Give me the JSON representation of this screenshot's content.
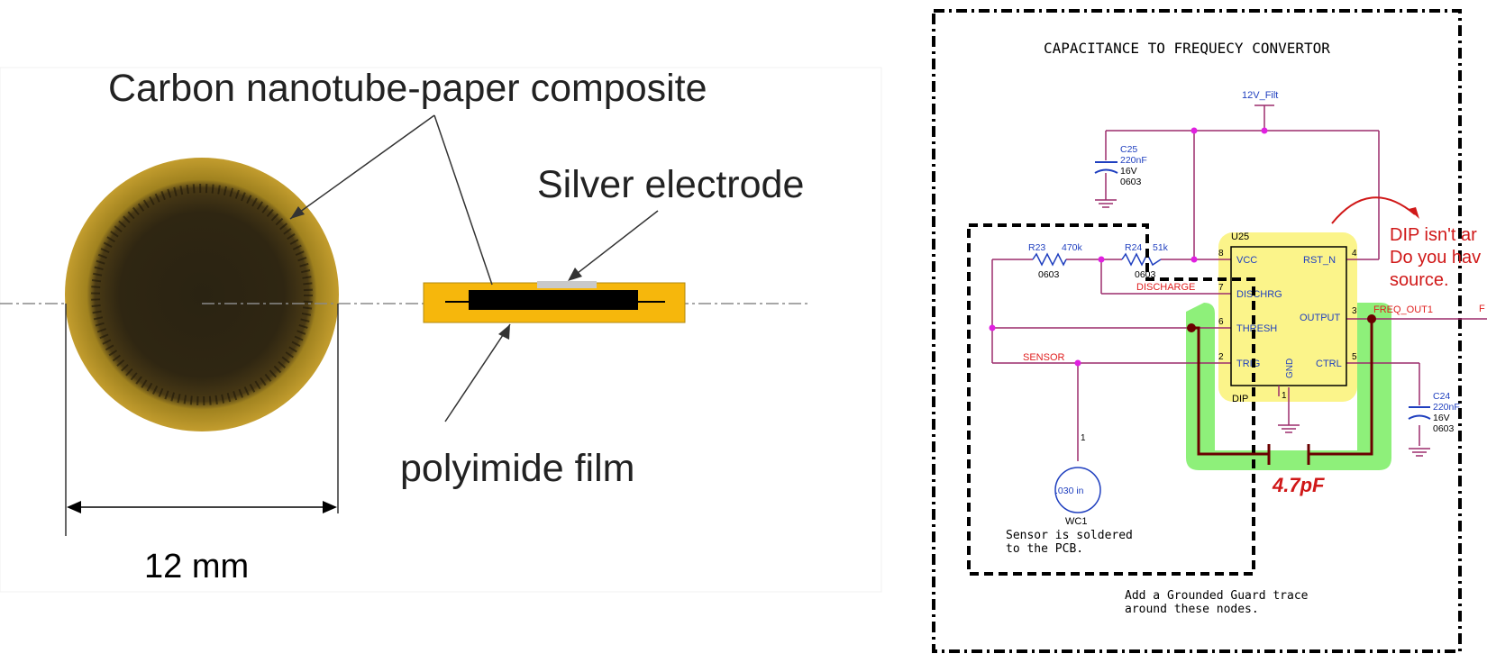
{
  "left_figure": {
    "label_composite": "Carbon nanotube-paper composite",
    "label_electrode": "Silver electrode",
    "label_film": "polyimide film",
    "dimension": "12 mm",
    "colors": {
      "composite_edge": "#b5922a",
      "composite_core": "#2a2312",
      "film": "#f6b70c",
      "electrode": "#c9c9c9"
    }
  },
  "schematic": {
    "title": "CAPACITANCE TO FREQUECY CONVERTOR",
    "supply_label": "12V_Filt",
    "c25": {
      "ref": "C25",
      "value": "220nF",
      "voltage": "16V",
      "package": "0603"
    },
    "c24": {
      "ref": "C24",
      "value": "220nF",
      "voltage": "16V",
      "package": "0603"
    },
    "r23": {
      "ref": "R23",
      "value": "470k",
      "package": "0603"
    },
    "r24": {
      "ref": "R24",
      "value": "51k",
      "package": "0603"
    },
    "ic": {
      "ref": "U25",
      "package": "DIP",
      "pins": {
        "vcc": "VCC",
        "rst": "RST_N",
        "dischrg": "DISCHRG",
        "thresh": "THRESH",
        "trig": "TRIG",
        "output": "OUTPUT",
        "ctrl": "CTRL",
        "gnd": "GND"
      },
      "pin_numbers": {
        "vcc": "8",
        "rst": "4",
        "dischrg": "7",
        "thresh": "6",
        "trig": "2",
        "output": "3",
        "ctrl": "5",
        "gnd": "1"
      }
    },
    "nets": {
      "discharge": "DISCHARGE",
      "sensor": "SENSOR",
      "freq_out": "FREQ_OUT1",
      "freq_out_cut": "F"
    },
    "sensor": {
      "size": ".030 in",
      "ref": "WC1",
      "pin": "1",
      "note_line1": "Sensor is soldered",
      "note_line2": "to the PCB."
    },
    "guard_note_line1": "Add a Grounded Guard trace",
    "guard_note_line2": "around these nodes.",
    "annotation_line1": "DIP isn't ar",
    "annotation_line2": "Do you hav",
    "annotation_line3": "source.",
    "handwritten_cap": "4.7pF",
    "colors": {
      "wire": "#9c2c6c",
      "junction": "#e020e0",
      "part": "#1f3fbf",
      "net_label": "#e02020",
      "highlight_yellow": "#fbf48a",
      "highlight_green": "#8ef07a",
      "markup_red": "#d01818",
      "guard_wire": "#6a0000"
    }
  }
}
